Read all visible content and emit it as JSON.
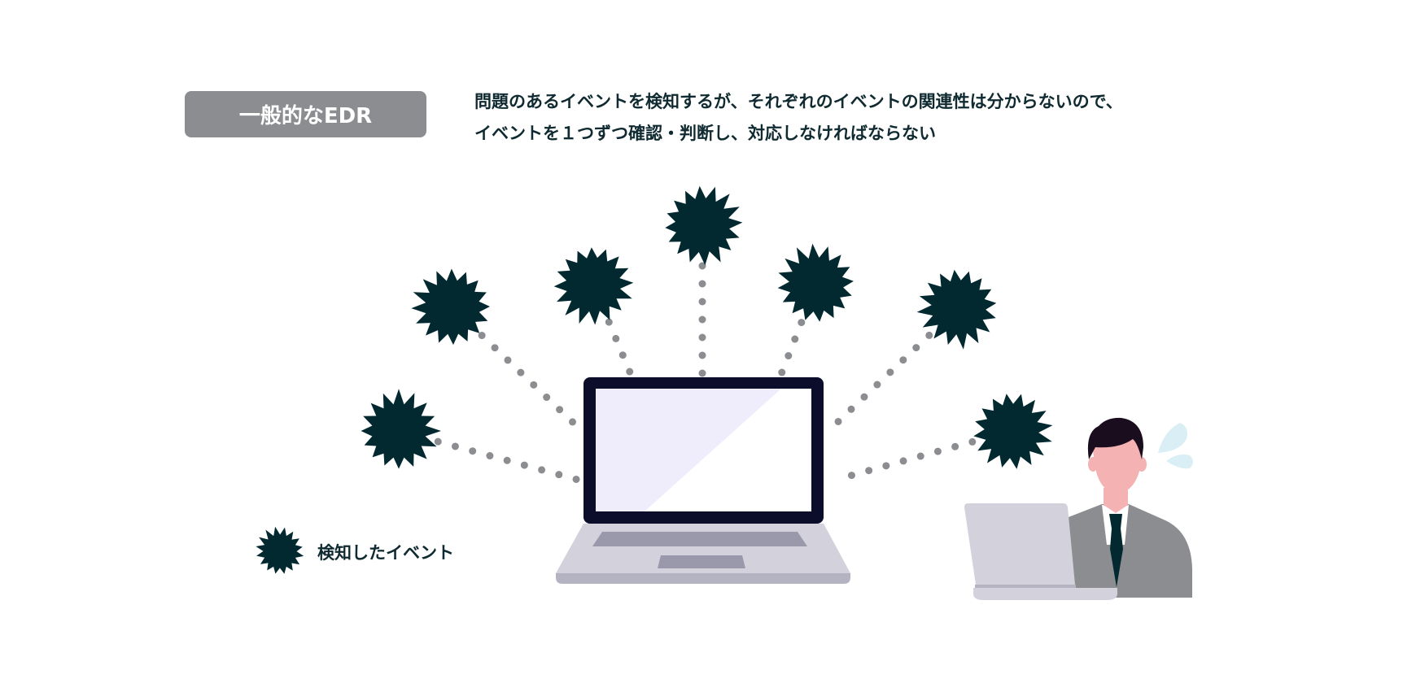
{
  "header": {
    "badge_label": "一般的なEDR",
    "description_line1": "問題のあるイベントを検知するが、それぞれのイベントの関連性は分からないので、",
    "description_line2": "イベントを１つずつ確認・判断し、対応しなければならない"
  },
  "legend": {
    "icon": "starburst-icon",
    "label": "検知したイベント"
  },
  "colors": {
    "event": "#022830",
    "dots": "#8c8d90",
    "badge": "#8c8d90",
    "screen": "#efedfb",
    "laptop_frame": "#0b0d2a",
    "laptop_body": "#d3d2dc",
    "sweat": "#d9eef5"
  }
}
